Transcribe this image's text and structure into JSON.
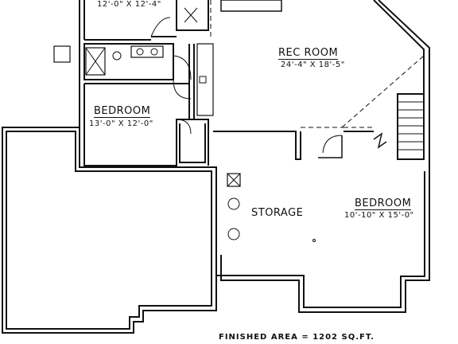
{
  "plan": {
    "rooms": {
      "top_room": {
        "dims": "12'-0\" X 12'-4\""
      },
      "rec_room": {
        "name": "REC ROOM",
        "dims": "24'-4\" X 18'-5\""
      },
      "bedroom_west": {
        "name": "BEDROOM",
        "dims": "13'-0\" X 12'-0\""
      },
      "bedroom_east": {
        "name": "BEDROOM",
        "dims": "10'-10\" X 15'-0\""
      },
      "storage": {
        "name": "STORAGE"
      }
    },
    "note": "FINISHED AREA = 1202 SQ.FT."
  }
}
